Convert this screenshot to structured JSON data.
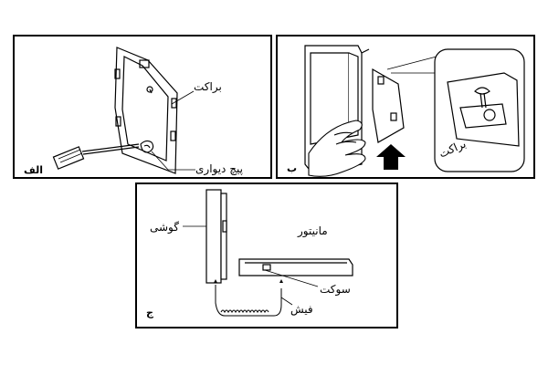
{
  "panel_a": {
    "letter": "الف",
    "bracket_label": "براکت",
    "screw_label": "پیچ دیواری"
  },
  "panel_b": {
    "letter": "ب",
    "bracket_label": "براکت"
  },
  "panel_c": {
    "letter": "ج",
    "handset_label": "گوشی",
    "monitor_label": "مانیتور",
    "socket_label": "سوکت",
    "plug_label": "فیش"
  }
}
